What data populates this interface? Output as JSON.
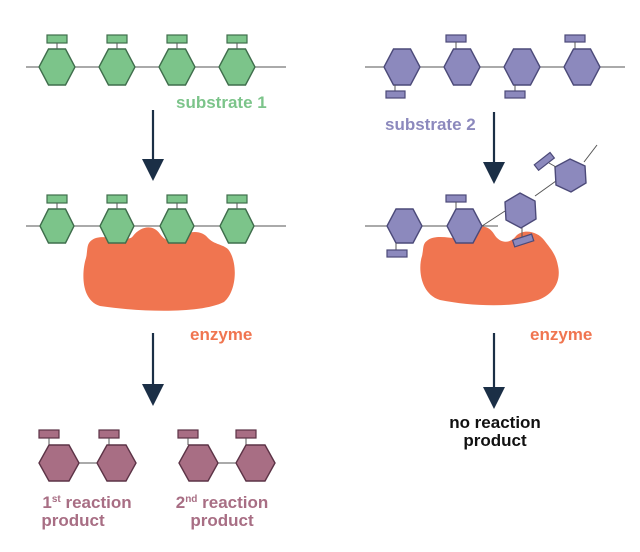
{
  "labels": {
    "substrate1": "substrate 1",
    "substrate2": "substrate 2",
    "enzyme_left": "enzyme",
    "enzyme_right": "enzyme",
    "product1_ord": "1",
    "product1_sup": "st",
    "product1_line1": " reaction",
    "product1_line2": "product",
    "product2_ord": "2",
    "product2_sup": "nd",
    "product2_line1": " reaction",
    "product2_line2": "product",
    "no_product_line1": "no reaction",
    "no_product_line2": "product"
  },
  "colors": {
    "green_fill": "#7cc48a",
    "green_stroke": "#3f6e4c",
    "purple_fill": "#8c89bd",
    "purple_stroke": "#4c4a79",
    "maroon_fill": "#a86e84",
    "maroon_stroke": "#5c3346",
    "enzyme": "#f07550",
    "arrow": "#1b2f46",
    "text_green": "#7cc48a",
    "text_purple": "#8c89bd",
    "text_enzyme": "#f07550",
    "text_maroon": "#a86e84",
    "text_dark": "#111111"
  }
}
